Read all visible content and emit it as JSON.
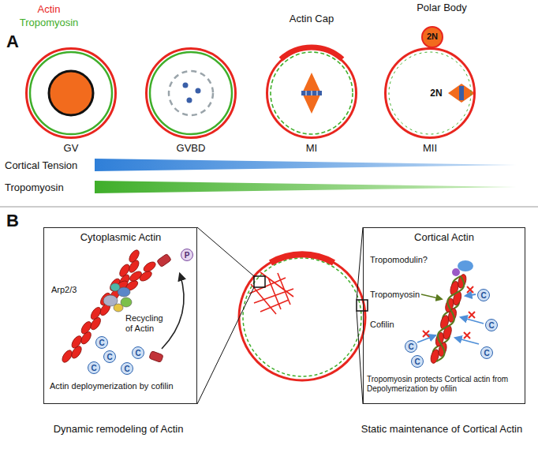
{
  "diagram": {
    "nodes": [
      {
        "text": [
          "GV"
        ]
      },
      {
        "text": [
          "GVBD"
        ]
      },
      {
        "text": [
          "MI"
        ]
      },
      {
        "text": [
          "MII"
        ]
      },
      {
        "text": [
          "2N"
        ]
      },
      {
        "text": [
          "Cytoplasmic Actin",
          "Arp2/3",
          "P",
          "Recycling of Actin",
          "C",
          "C",
          "C",
          "C",
          "C",
          "Actin deploymerization by cofilin"
        ]
      },
      {
        "text": [
          "Cortical Actin",
          "Tropomodulin?",
          "Tropomyosin",
          "Cofilin",
          "C",
          "C",
          "C",
          "C",
          "C",
          "Tropomyosin protects Cortical actin from Depolymerization by ofilin"
        ]
      }
    ],
    "labels": [
      "A",
      "Actin Cap",
      "Polar Body",
      "2N",
      "Cortical Tension",
      "Tropomyosin",
      "B",
      "Dynamic remodeling of Actin",
      "Static maintenance of Cortical Actin"
    ],
    "legend": [
      {
        "text": "Actin",
        "color": "#e8261f"
      },
      {
        "text": "Tropomyosin",
        "color": "#3fae2a"
      }
    ]
  }
}
